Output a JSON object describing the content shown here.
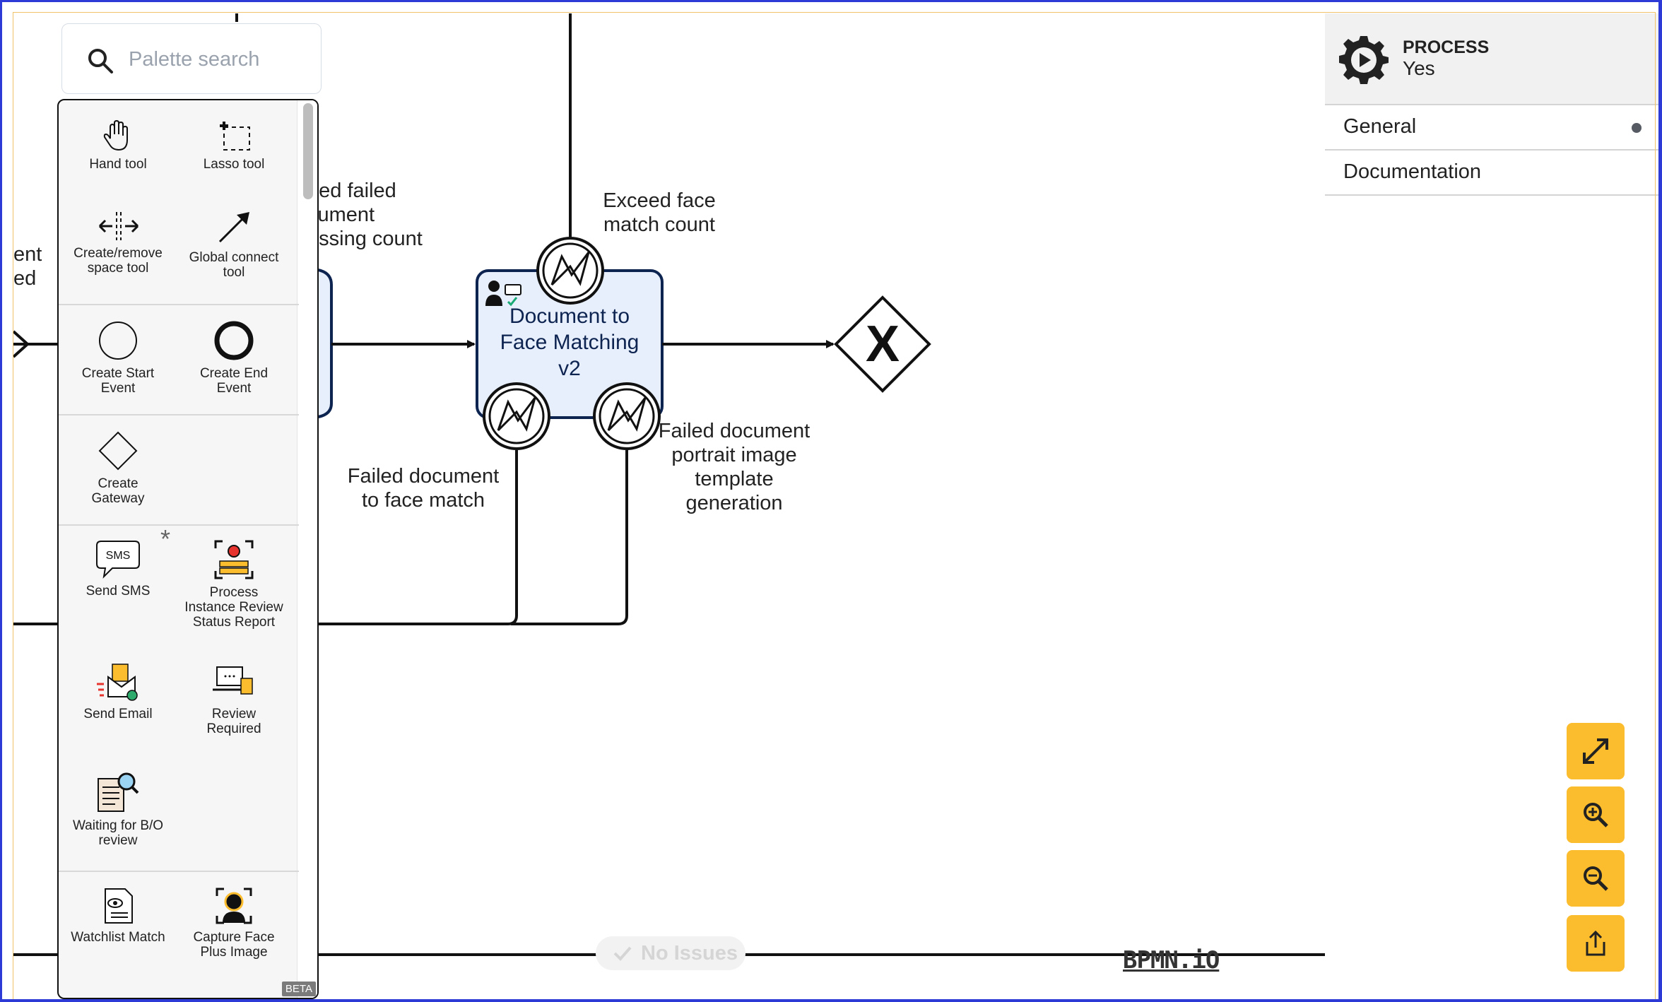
{
  "search": {
    "placeholder": "Palette search"
  },
  "palette": {
    "tools": [
      {
        "icon": "hand-tool-icon",
        "label": "Hand tool"
      },
      {
        "icon": "lasso-tool-icon",
        "label": "Lasso tool"
      },
      {
        "icon": "space-tool-icon",
        "label": "Create/remove\nspace tool"
      },
      {
        "icon": "connect-tool-icon",
        "label": "Global connect\ntool"
      }
    ],
    "events": [
      {
        "icon": "start-event-icon",
        "label": "Create Start\nEvent"
      },
      {
        "icon": "end-event-icon",
        "label": "Create End\nEvent"
      }
    ],
    "gateways": [
      {
        "icon": "gateway-icon",
        "label": "Create\nGateway"
      }
    ],
    "custom": [
      {
        "icon": "sms-icon",
        "label": "Send SMS",
        "icon_text": "SMS",
        "marker": "*"
      },
      {
        "icon": "face-scan-icon",
        "label": "Process\nInstance Review\nStatus Report"
      },
      {
        "icon": "email-icon",
        "label": "Send Email"
      },
      {
        "icon": "laptop-review-icon",
        "label": "Review\nRequired"
      },
      {
        "icon": "document-search-icon",
        "label": "Waiting for B/O\nreview"
      }
    ],
    "more": [
      {
        "icon": "watchlist-icon",
        "label": "Watchlist Match"
      },
      {
        "icon": "capture-face-icon",
        "label": "Capture Face\nPlus Image"
      }
    ],
    "badge": "BETA"
  },
  "diagram": {
    "task_label": "Document to\nFace Matching\nv2",
    "labels": {
      "exceed_failed": "eed failed\ncument\nessing count",
      "left_cut": "ent\ned",
      "exceed_face": "Exceed face\nmatch count",
      "failed_face": "Failed document\nto face match",
      "failed_portrait": "Failed document\nportrait image\ntemplate\ngeneration"
    },
    "gateway_marker": "X"
  },
  "properties": {
    "title": "PROCESS",
    "subtitle": "Yes",
    "tabs": [
      {
        "label": "General",
        "active": true
      },
      {
        "label": "Documentation",
        "active": false
      }
    ]
  },
  "zoom": {
    "buttons": [
      "fullscreen-icon",
      "zoom-in-icon",
      "zoom-out-icon",
      "export-icon"
    ]
  },
  "status": {
    "issues": "No Issues"
  },
  "brand": {
    "logo": "BPMN.iO"
  },
  "colors": {
    "accent": "#fbbc2d",
    "task_fill": "#e7effd",
    "task_stroke": "#0d2350",
    "frame": "#2d3ad6"
  }
}
